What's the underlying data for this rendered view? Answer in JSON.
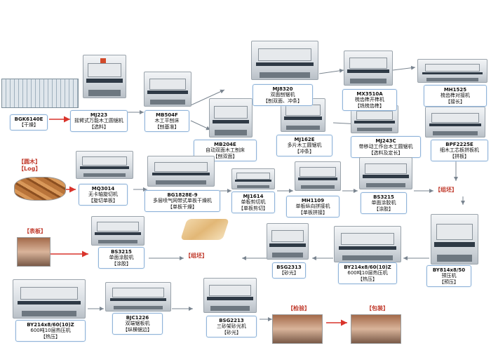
{
  "colors": {
    "arrow": "#d9342b",
    "label_border": "#8fb3d9",
    "stage_tag": "#c0392b"
  },
  "tags": {
    "log": "【圆木】\n【Log】",
    "face_veneer": "【表板】",
    "assembly1": "【组坯】",
    "assembly2": "【组坯】",
    "inspection": "【检验】",
    "packing": "【包装】"
  },
  "machines": {
    "bgk6140e": {
      "code": "BGK6140E",
      "name": "",
      "func": "【干燥】"
    },
    "mj223": {
      "code": "MJ223",
      "name": "摇臂式万能木工圆锯机",
      "func": "【选料】"
    },
    "mb504f": {
      "code": "MB504F",
      "name": "木工平刨床",
      "func": "【刨基准】"
    },
    "mj8320": {
      "code": "MJ8320",
      "name": "双面刨锯机",
      "func": "【刨双面、冲条】"
    },
    "mb204e": {
      "code": "MB204E",
      "name": "自动双面木工刨床",
      "func": "【刨双面】"
    },
    "mj162e": {
      "code": "MJ162E",
      "name": "多片木工圆锯机",
      "func": "【冲条】"
    },
    "mx3510a": {
      "code": "MX3510A",
      "name": "梳齿榫开榫机",
      "func": "【铣梳齿榫】"
    },
    "mj243c": {
      "code": "MJ243C",
      "name": "带移动工作台木工圆锯机",
      "func": "【选料及定长】"
    },
    "mh1525": {
      "code": "MH1525",
      "name": "梳齿榫对接机",
      "func": "【接长】"
    },
    "bpf2225e": {
      "code": "BPF2225E",
      "name": "细木工芯板拼板机",
      "func": "【拼板】"
    },
    "mq3014": {
      "code": "MQ3014",
      "name": "无卡轴旋切机",
      "func": "【旋切单板】"
    },
    "bg1828e": {
      "code": "BG1828E-9",
      "name": "多层喷气网带式单板干燥机",
      "func": "【单板干燥】"
    },
    "mj1614": {
      "code": "MJ1614",
      "name": "单板剪切机",
      "func": "【单板剪切】"
    },
    "mh1109": {
      "code": "MH1109",
      "name": "单板纵向拼接机",
      "func": "【单板拼接】"
    },
    "bs3215a": {
      "code": "BS3215",
      "name": "单面涂胶机",
      "func": "【涂胶】"
    },
    "bs3215b": {
      "code": "BS3215",
      "name": "单面涂胶机",
      "func": "【涂胶】"
    },
    "bsg2313": {
      "code": "BSG2313",
      "name": "",
      "func": "【砂光】"
    },
    "by214a": {
      "code": "BY214x8/60(10)Z",
      "name": "600吨10层热压机",
      "func": "【热压】"
    },
    "by814": {
      "code": "BY814x8/50",
      "name": "预压机",
      "func": "【预压】"
    },
    "by214b": {
      "code": "BY214x8/60(10)Z",
      "name": "600吨10层热压机",
      "func": "【热压】"
    },
    "bjc1226": {
      "code": "BJC1226",
      "name": "双端锯板机",
      "func": "【纵横锯边】"
    },
    "bsg2213": {
      "code": "BSG2213",
      "name": "三砂架砂光机",
      "func": "【砂光】"
    }
  },
  "icons": {
    "arrow": "arrow-right-icon"
  }
}
